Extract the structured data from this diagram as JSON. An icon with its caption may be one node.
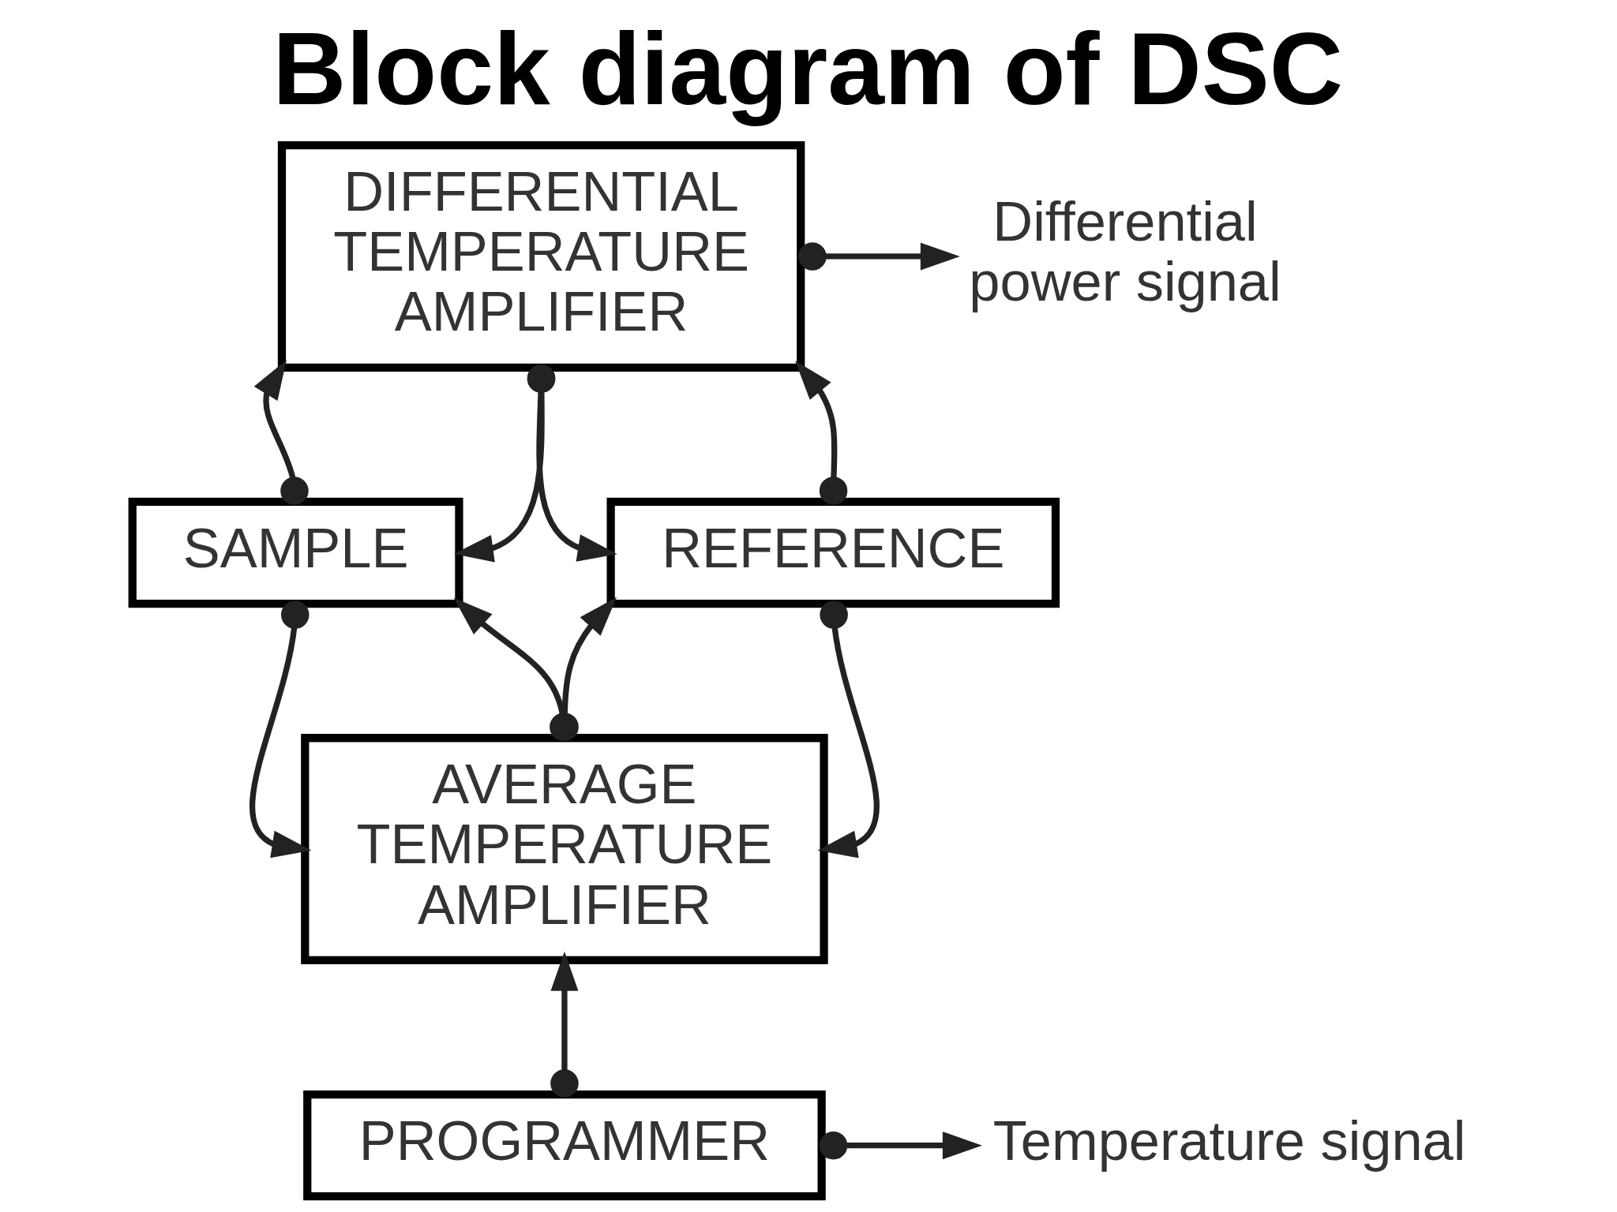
{
  "diagram": {
    "title": "Block diagram of DSC",
    "nodes": [
      {
        "text": [
          "DIFFERENTIAL TEMPERATURE AMPLIFIER"
        ]
      },
      {
        "text": [
          "SAMPLE"
        ]
      },
      {
        "text": [
          "REFERENCE"
        ]
      },
      {
        "text": [
          "AVERAGE TEMPERATURE AMPLIFIER"
        ]
      },
      {
        "text": [
          "PROGRAMMER"
        ]
      },
      {
        "text": [
          "Differential power signal"
        ]
      },
      {
        "text": [
          "Temperature signal"
        ]
      }
    ],
    "edges": [
      {
        "from": 0,
        "to": 5,
        "arrow": "to"
      },
      {
        "from": 1,
        "to": 0,
        "arrow": "to"
      },
      {
        "from": 2,
        "to": 0,
        "arrow": "to"
      },
      {
        "from": 0,
        "to": 1,
        "arrow": "to"
      },
      {
        "from": 0,
        "to": 2,
        "arrow": "to"
      },
      {
        "from": 3,
        "to": 1,
        "arrow": "to"
      },
      {
        "from": 3,
        "to": 2,
        "arrow": "to"
      },
      {
        "from": 1,
        "to": 3,
        "arrow": "to"
      },
      {
        "from": 2,
        "to": 3,
        "arrow": "to"
      },
      {
        "from": 4,
        "to": 3,
        "arrow": "to"
      },
      {
        "from": 4,
        "to": 6,
        "arrow": "to"
      }
    ]
  }
}
